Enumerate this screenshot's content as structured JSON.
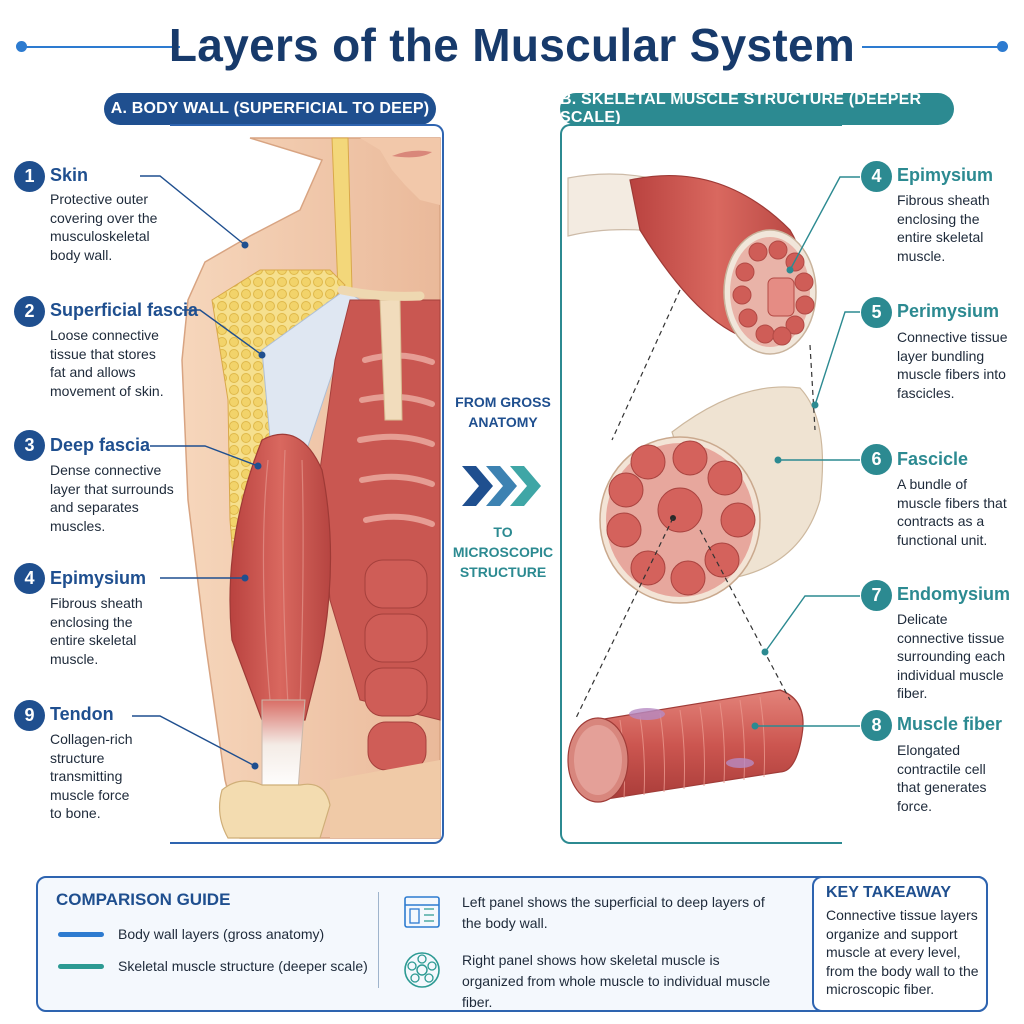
{
  "title": "Layers of the Muscular System",
  "panels": {
    "a": "A. BODY WALL (SUPERFICIAL TO DEEP)",
    "b": "B. SKELETAL MUSCLE STRUCTURE (DEEPER SCALE)"
  },
  "middle": {
    "top": "FROM GROSS ANATOMY",
    "bottom": "TO MICROSCOPIC STRUCTURE"
  },
  "left_labels": [
    {
      "num": "1",
      "name": "Skin",
      "desc": "Protective outer covering over the musculoskeletal body wall."
    },
    {
      "num": "2",
      "name": "Superficial fascia",
      "desc": "Loose connective tissue that stores fat and allows movement of skin."
    },
    {
      "num": "3",
      "name": "Deep fascia",
      "desc": "Dense connective layer that surrounds and separates muscles."
    },
    {
      "num": "4",
      "name": "Epimysium",
      "desc": "Fibrous sheath enclosing the entire skeletal muscle."
    },
    {
      "num": "9",
      "name": "Tendon",
      "desc": "Collagen-rich structure transmitting muscle force to bone."
    }
  ],
  "right_labels": [
    {
      "num": "4",
      "name": "Epimysium",
      "desc": "Fibrous sheath enclosing the entire skeletal muscle."
    },
    {
      "num": "5",
      "name": "Perimysium",
      "desc": "Connective tissue layer bundling muscle fibers into fascicles."
    },
    {
      "num": "6",
      "name": "Fascicle",
      "desc": "A bundle of muscle fibers that contracts as a functional unit."
    },
    {
      "num": "7",
      "name": "Endomysium",
      "desc": "Delicate connective tissue surrounding each individual muscle fiber."
    },
    {
      "num": "8",
      "name": "Muscle fiber",
      "desc": "Elongated contractile cell that generates force."
    }
  ],
  "comparison": {
    "title": "COMPARISON GUIDE",
    "legend": [
      {
        "label": "Body wall layers (gross anatomy)",
        "color": "#2d7bd0"
      },
      {
        "label": "Skeletal muscle structure (deeper scale)",
        "color": "#2c9a93"
      }
    ],
    "notes": [
      {
        "icon": "layers-diagram-icon",
        "text": "Left panel shows the superficial to deep layers of the body wall."
      },
      {
        "icon": "muscle-cross-section-icon",
        "text": "Right panel shows how skeletal muscle is organized from whole muscle to individual muscle fiber."
      }
    ]
  },
  "takeaway": {
    "title": "KEY TAKEAWAY",
    "text": "Connective tissue layers organize and support muscle at every level, from the body wall to the microscopic fiber."
  },
  "colors": {
    "navy": "#1f4f8f",
    "teal": "#2c8a91",
    "title": "#173a6b",
    "muscle": "#cf5a55",
    "fat": "#f3d77a",
    "skin": "#f1c8a6"
  }
}
